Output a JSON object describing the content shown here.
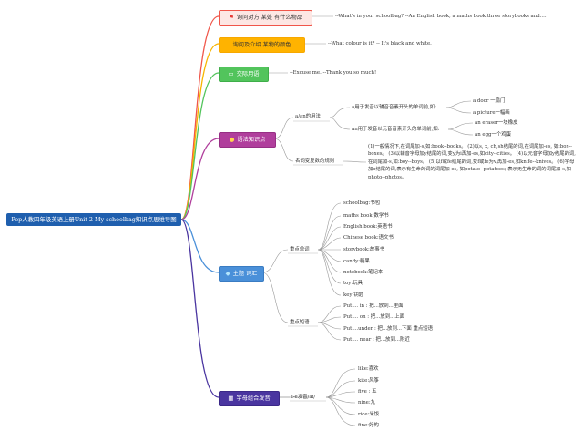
{
  "root": "Pep人教四年级英语上册Unit 2 My schoolbag知识点思维导图",
  "branches": {
    "ask_things": {
      "label": "询问对方 某处 有什么物品",
      "icon": "flag-icon",
      "color": "#f0564a",
      "note": "--What's in your schoolbag? --An English book, a maths book,three storybooks and...."
    },
    "ask_color": {
      "label": "询问及介绍 某物的颜色",
      "icon": "none",
      "color": "#f7b500",
      "note": "--What colour is it? -- It's black and white."
    },
    "social": {
      "label": "交际用语",
      "icon": "ticket-icon",
      "color": "#52c45c",
      "note": "--Excuse me. --Thank you so much!"
    },
    "grammar": {
      "label": "语法知识点",
      "icon": "bulb-icon",
      "color": "#b03e9c",
      "a_an": {
        "label": "a/an的用法",
        "a_rule": "a用于发音以辅音音素开头的单词前,如:",
        "a_examples": [
          "a door 一扇门",
          "a picture一幅画"
        ],
        "an_rule": "an用于发音以元音音素开头的单词前,如:",
        "an_examples": [
          "an eraser一块橡皮",
          "an egg一个鸡蛋"
        ]
      },
      "plural": {
        "label": "名词变复数的规则",
        "text": "(1)一般情况下,在词尾加-s,如:book--books。 (2)以s, x, ch,sh结尾的词,在词尾加-es, 如:box--boxes。 (3)以辅音字母加y结尾的词,变y为i再加-es,如city--cities。 (4)以元音字母加y结尾的词,在词尾加-s,如:boy--boys。 (5)以f或fe结尾的词,变f或fe为v,再加-es,如knife--knives。 (6)字母加o结尾的词,表示有生命的词的词尾加-es, 如potato--potatoes; 表示无生命的词的词尾加-s,如photo--photos。"
      }
    },
    "vocab": {
      "label": "主题 词汇",
      "icon": "gem-icon",
      "color": "#4a90d9",
      "words_label": "重点单词",
      "words": [
        "schoolbag:书包",
        "maths book:数学书",
        "English book:英语书",
        "Chinese book:语文书",
        "storybook:故事书",
        "candy:糖果",
        "notebook:笔记本",
        "toy:玩具",
        "key:钥匙"
      ],
      "phrases_label": "重点短语",
      "phrases": [
        "Put ... in : 把...放到...里面",
        "Put ... on : 把...放到...上面",
        "Put ...under : 把...放到...下面 重点短语",
        "Put ... near : 把...放到...附近"
      ]
    },
    "phonics": {
      "label": "字母组合发音",
      "icon": "grid-icon",
      "color": "#4a35a0",
      "rule_label": "i-e发音/aɪ/",
      "words": [
        "like:喜欢",
        "kite:风筝",
        "five : 五",
        "nine:九",
        "rice:米饭",
        "fine:好的"
      ]
    }
  }
}
